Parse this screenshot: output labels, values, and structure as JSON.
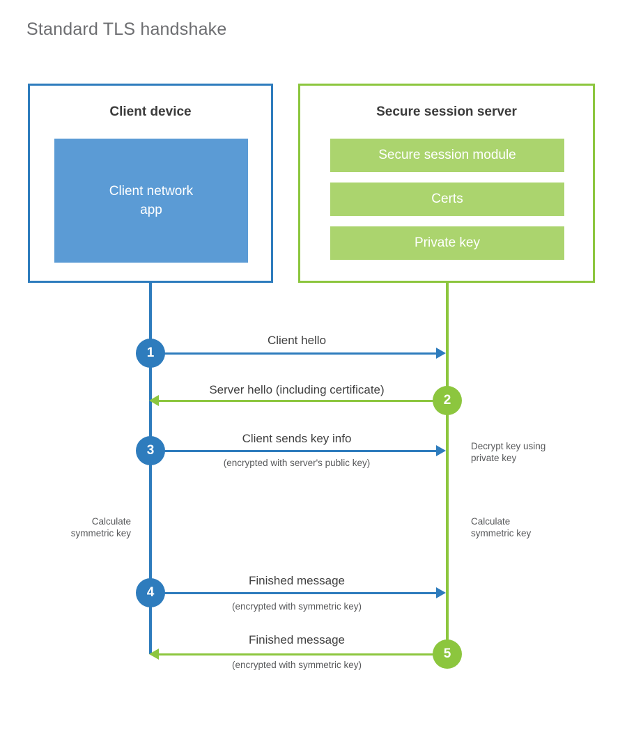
{
  "title": "Standard TLS handshake",
  "colors": {
    "client_accent": "#2e7cbd",
    "client_app_fill": "#5b9bd5",
    "server_accent": "#8cc63e",
    "server_block_fill": "#abd46e",
    "title_text": "#6d6e71",
    "label_text": "#404040"
  },
  "entities": {
    "client": {
      "title": "Client device",
      "app_label": "Client network\napp"
    },
    "server": {
      "title": "Secure session server",
      "blocks": [
        {
          "label": "Secure session module"
        },
        {
          "label": "Certs"
        },
        {
          "label": "Private key"
        }
      ]
    }
  },
  "messages": [
    {
      "number": "1",
      "origin": "client",
      "direction": "client-to-server",
      "label": "Client hello",
      "sublabel": ""
    },
    {
      "number": "2",
      "origin": "server",
      "direction": "server-to-client",
      "label": "Server hello (including certificate)",
      "sublabel": ""
    },
    {
      "number": "3",
      "origin": "client",
      "direction": "client-to-server",
      "label": "Client sends key info",
      "sublabel": "(encrypted with server's public key)"
    },
    {
      "number": "4",
      "origin": "client",
      "direction": "client-to-server",
      "label": "Finished message",
      "sublabel": "(encrypted with symmetric key)"
    },
    {
      "number": "5",
      "origin": "server",
      "direction": "server-to-client",
      "label": "Finished message",
      "sublabel": "(encrypted with symmetric key)"
    }
  ],
  "notes": {
    "decrypt": "Decrypt key using\nprivate key",
    "client_calculate": "Calculate\nsymmetric key",
    "server_calculate": "Calculate\nsymmetric key"
  }
}
